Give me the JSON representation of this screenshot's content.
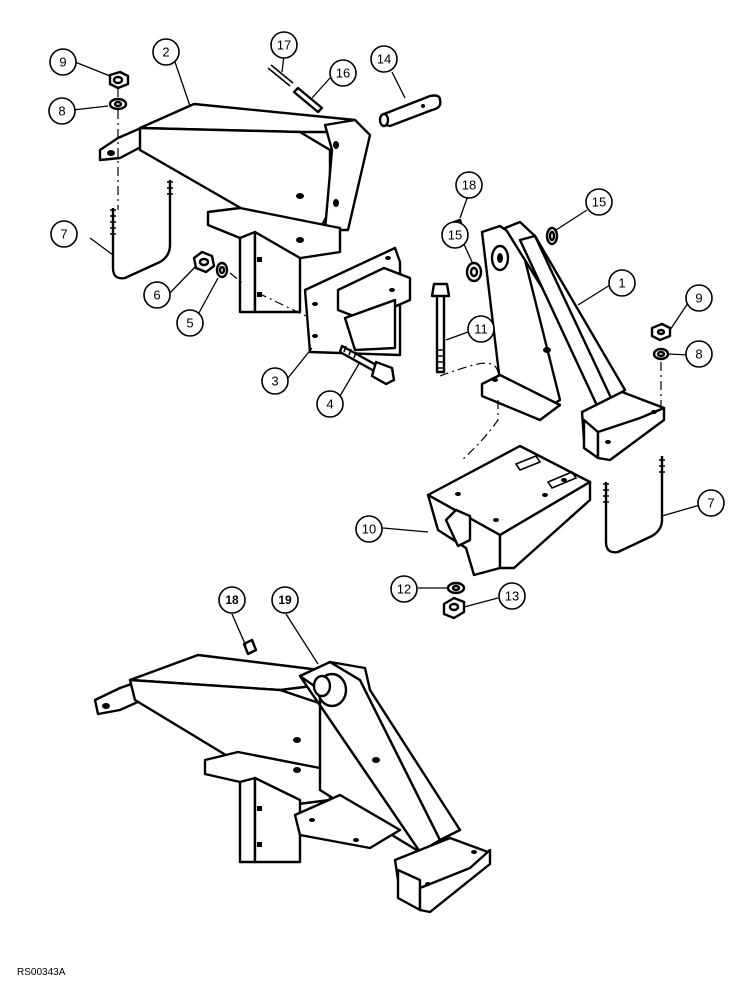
{
  "figure_code": "RS00343A",
  "callouts": {
    "c1": "1",
    "c2": "2",
    "c3": "3",
    "c4": "4",
    "c5": "5",
    "c6": "6",
    "c7a": "7",
    "c7b": "7",
    "c8a": "8",
    "c8b": "8",
    "c9a": "9",
    "c9b": "9",
    "c10": "10",
    "c11": "11",
    "c12": "12",
    "c13": "13",
    "c14": "14",
    "c15a": "15",
    "c15b": "15",
    "c16": "16",
    "c17": "17",
    "c18a": "18",
    "c18b": "18",
    "c19": "19"
  }
}
